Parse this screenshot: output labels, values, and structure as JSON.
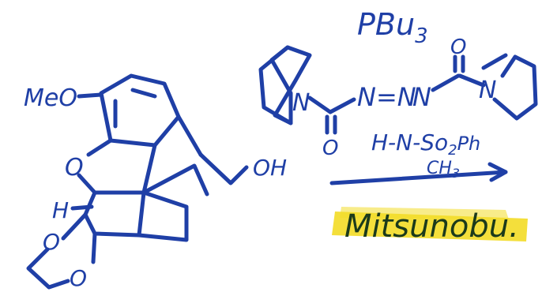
{
  "colors": {
    "ink_blue": "#1f3fa6",
    "ink_green": "#1b3a1b",
    "highlight": "#f3dc2a"
  },
  "reagent": {
    "phosphine": "PBu3",
    "phosphine_main": "PBu",
    "phosphine_sub": "3",
    "azo_n_left": "N",
    "azo_link": "N=N",
    "azo_n_right": "N",
    "carbonyl_o": "O",
    "nucleophile": "H-N-SO2Ph",
    "nucleophile_main": "H-N-So",
    "nucleophile_sub": "2",
    "nucleophile_tail": "Ph",
    "nucleophile_substituent": "CH",
    "nucleophile_substituent_sub": "3",
    "reaction_name": "Mitsunobu."
  },
  "substrate": {
    "methoxy": "MeO",
    "ether_o": "O",
    "hydroxyl": "OH",
    "hydrogen": "H",
    "ketal_o": "O"
  }
}
